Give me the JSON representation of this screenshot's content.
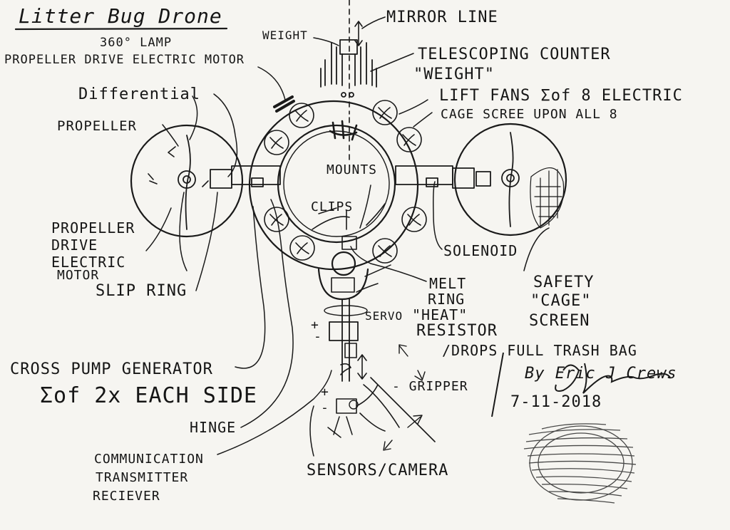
{
  "diagram": {
    "title": "Litter Bug Drone",
    "labels": {
      "mirror_line": "MIRROR LINE",
      "weight": "WEIGHT",
      "lamp": "360° LAMP",
      "propeller_motor_top": "PROPELLER DRIVE ELECTRIC MOTOR",
      "telescoping_1": "TELESCOPING COUNTER",
      "telescoping_2": "\"WEIGHT\"",
      "differential": "Differential",
      "lift_fans": "LIFT FANS Σof 8 ELECTRIC",
      "cage_screen_top": "CAGE SCREE UPON ALL 8",
      "propeller": "PROPELLER",
      "mounts": "MOUNTS",
      "clips": "CLIPS",
      "solenoid": "SOLENOID",
      "propeller_drive_1": "PROPELLER",
      "propeller_drive_2": "DRIVE",
      "propeller_drive_3": "ELECTRIC",
      "propeller_drive_4": "MOTOR",
      "slip_ring": "SLIP RING",
      "melt_ring_1": "MELT",
      "melt_ring_2": "RING",
      "melt_ring_3": "\"HEAT\"",
      "melt_ring_4": "RESISTOR",
      "safety_1": "SAFETY",
      "safety_2": "\"CAGE\"",
      "safety_3": "SCREEN",
      "servo": "SERVO",
      "drops": "/DROPS FULL TRASH BAG",
      "cross_pump": "CROSS PUMP GENERATOR",
      "sum_2x": "Σof 2x EACH SIDE",
      "gripper": "- GRIPPER",
      "signature": "By Eric J Crews",
      "date": "7-11-2018",
      "hinge": "HINGE",
      "comm_1": "COMMUNICATION",
      "comm_2": "TRANSMITTER",
      "comm_3": "RECIEVER",
      "sensors": "SENSORS/CAMERA",
      "plus_a": "+",
      "minus_a": "-",
      "plus_b": "+",
      "minus_b": "-"
    },
    "ink_color": "#1a1a1a",
    "paper_color": "#f6f5f1"
  }
}
